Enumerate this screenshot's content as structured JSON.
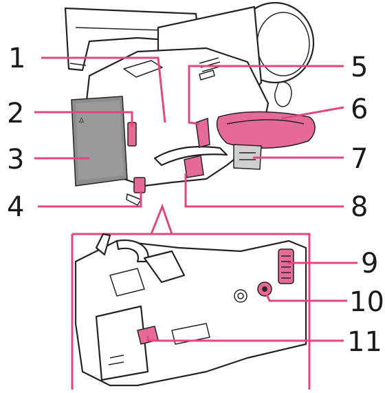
{
  "callouts": [
    {
      "id": "1",
      "label": "1"
    },
    {
      "id": "2",
      "label": "2"
    },
    {
      "id": "3",
      "label": "3"
    },
    {
      "id": "4",
      "label": "4"
    },
    {
      "id": "5",
      "label": "5"
    },
    {
      "id": "6",
      "label": "6"
    },
    {
      "id": "7",
      "label": "7"
    },
    {
      "id": "8",
      "label": "8"
    },
    {
      "id": "9",
      "label": "9"
    },
    {
      "id": "10",
      "label": "10"
    },
    {
      "id": "11",
      "label": "11"
    }
  ],
  "colors": {
    "highlight": "#e0467f",
    "outline": "#222222",
    "text": "#1a1a1a"
  }
}
